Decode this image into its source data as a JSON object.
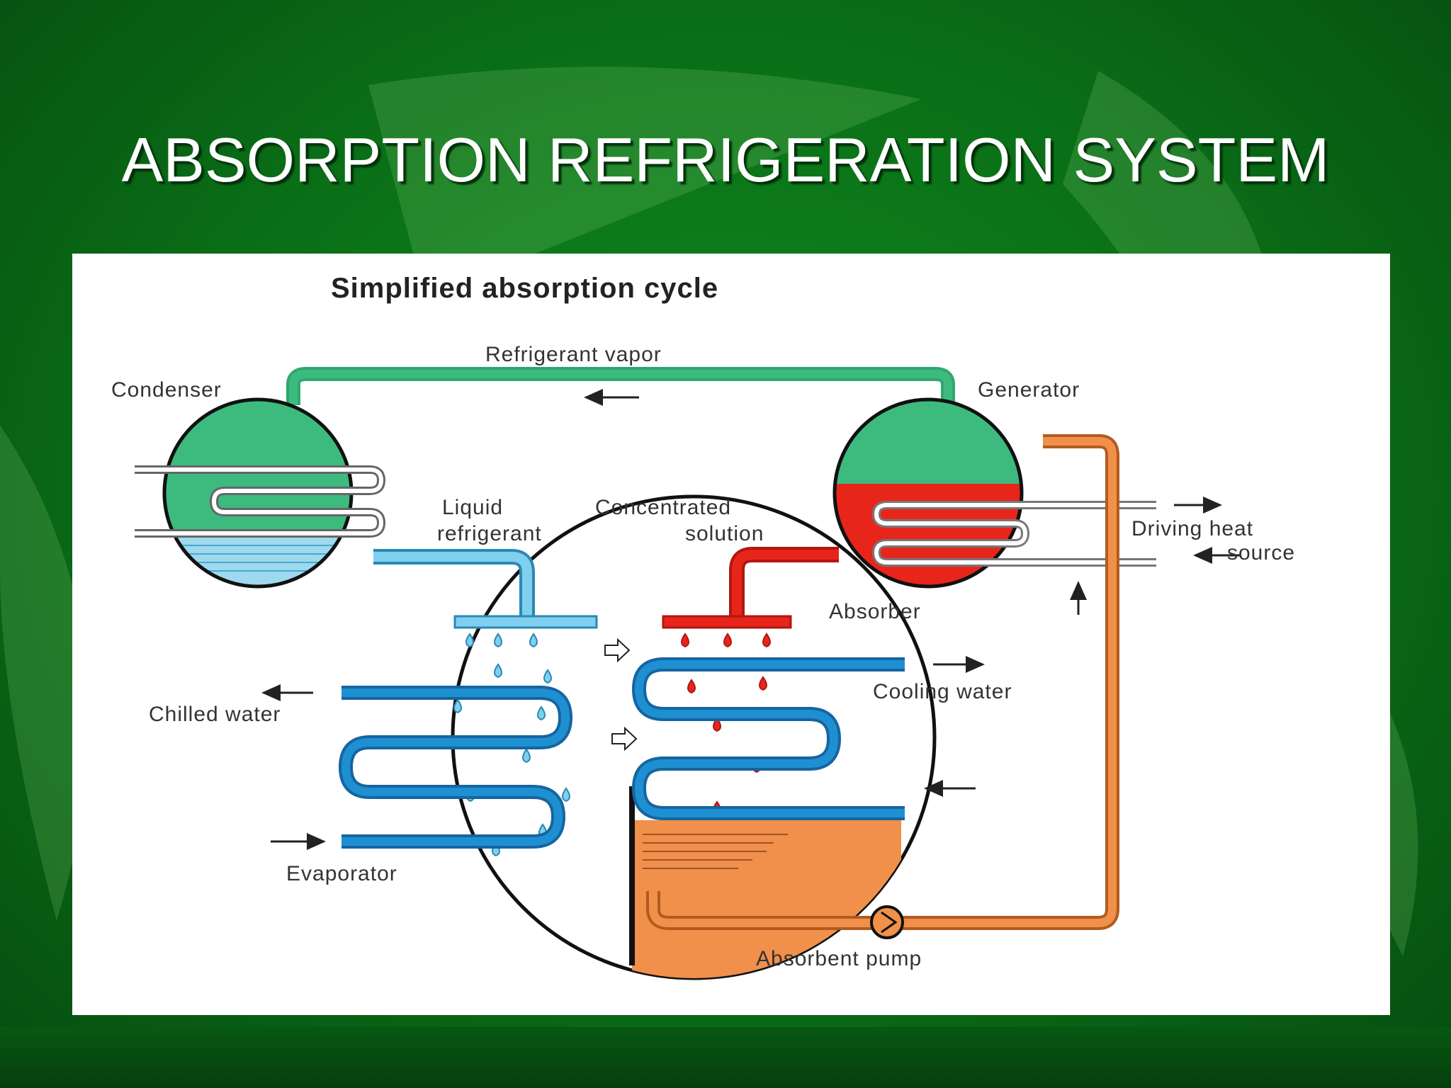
{
  "slide": {
    "title": "ABSORPTION REFRIGERATION SYSTEM"
  },
  "diagram": {
    "title": "Simplified absorption cycle",
    "labels": {
      "refrigerant_vapor": "Refrigerant vapor",
      "condenser": "Condenser",
      "generator": "Generator",
      "liquid": "Liquid",
      "refrigerant": "refrigerant",
      "concentrated": "Concentrated",
      "solution": "solution",
      "driving_heat": "Driving heat",
      "source": "source",
      "absorber": "Absorber",
      "cooling_water": "Cooling water",
      "chilled_water": "Chilled water",
      "evaporator": "Evaporator",
      "absorbent_pump": "Absorbent pump"
    },
    "colors": {
      "background_green": "#0a6e17",
      "vapor_green": "#3dbb7e",
      "liquid_blue": "#7fd0ee",
      "tube_blue": "#1e90d2",
      "concentrated_red": "#e8251b",
      "weak_solution_orange": "#f0904a"
    }
  }
}
